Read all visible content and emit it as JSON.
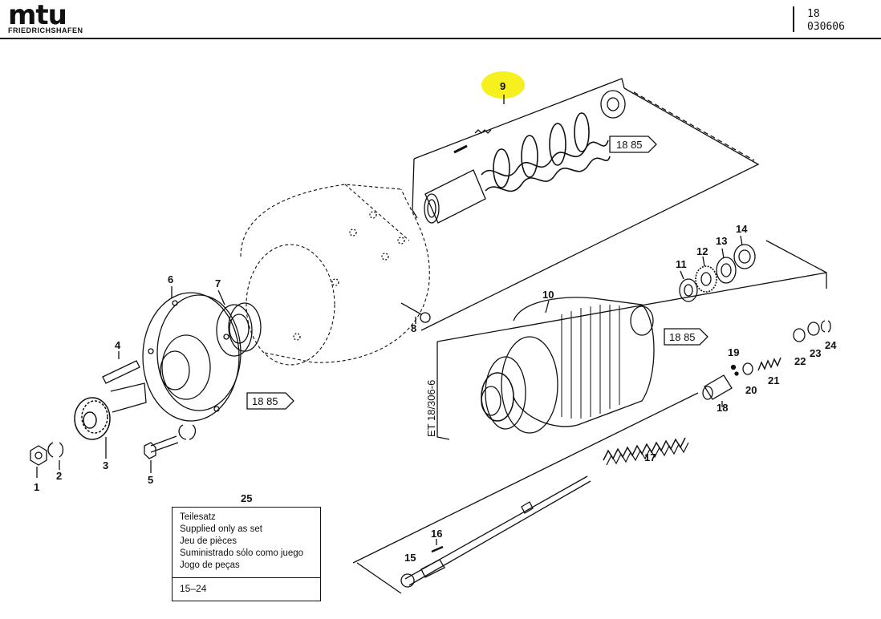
{
  "header": {
    "logo": "mtu",
    "logo_sub": "FRIEDRICHSHAFEN",
    "group": "18",
    "page_code": "030606"
  },
  "callouts": {
    "n1": "1",
    "n2": "2",
    "n3": "3",
    "n4": "4",
    "n5": "5",
    "n6": "6",
    "n7": "7",
    "n8": "8",
    "n9": "9",
    "n10": "10",
    "n11": "11",
    "n12": "12",
    "n13": "13",
    "n14": "14",
    "n15": "15",
    "n16": "16",
    "n17": "17",
    "n18": "18",
    "n19": "19",
    "n20": "20",
    "n21": "21",
    "n22": "22",
    "n23": "23",
    "n24": "24",
    "n25": "25"
  },
  "references": {
    "ref_top": "18 85",
    "ref_middle": "18 85",
    "ref_left": "18 85",
    "et_label": "ET 18/306-6"
  },
  "highlight_color": "#f5f01e",
  "kit": {
    "lines": [
      "Teilesatz",
      "Supplied only as set",
      "Jeu de pièces",
      "Suministrado sólo como juego",
      "Jogo de peças"
    ],
    "range": "15–24"
  }
}
